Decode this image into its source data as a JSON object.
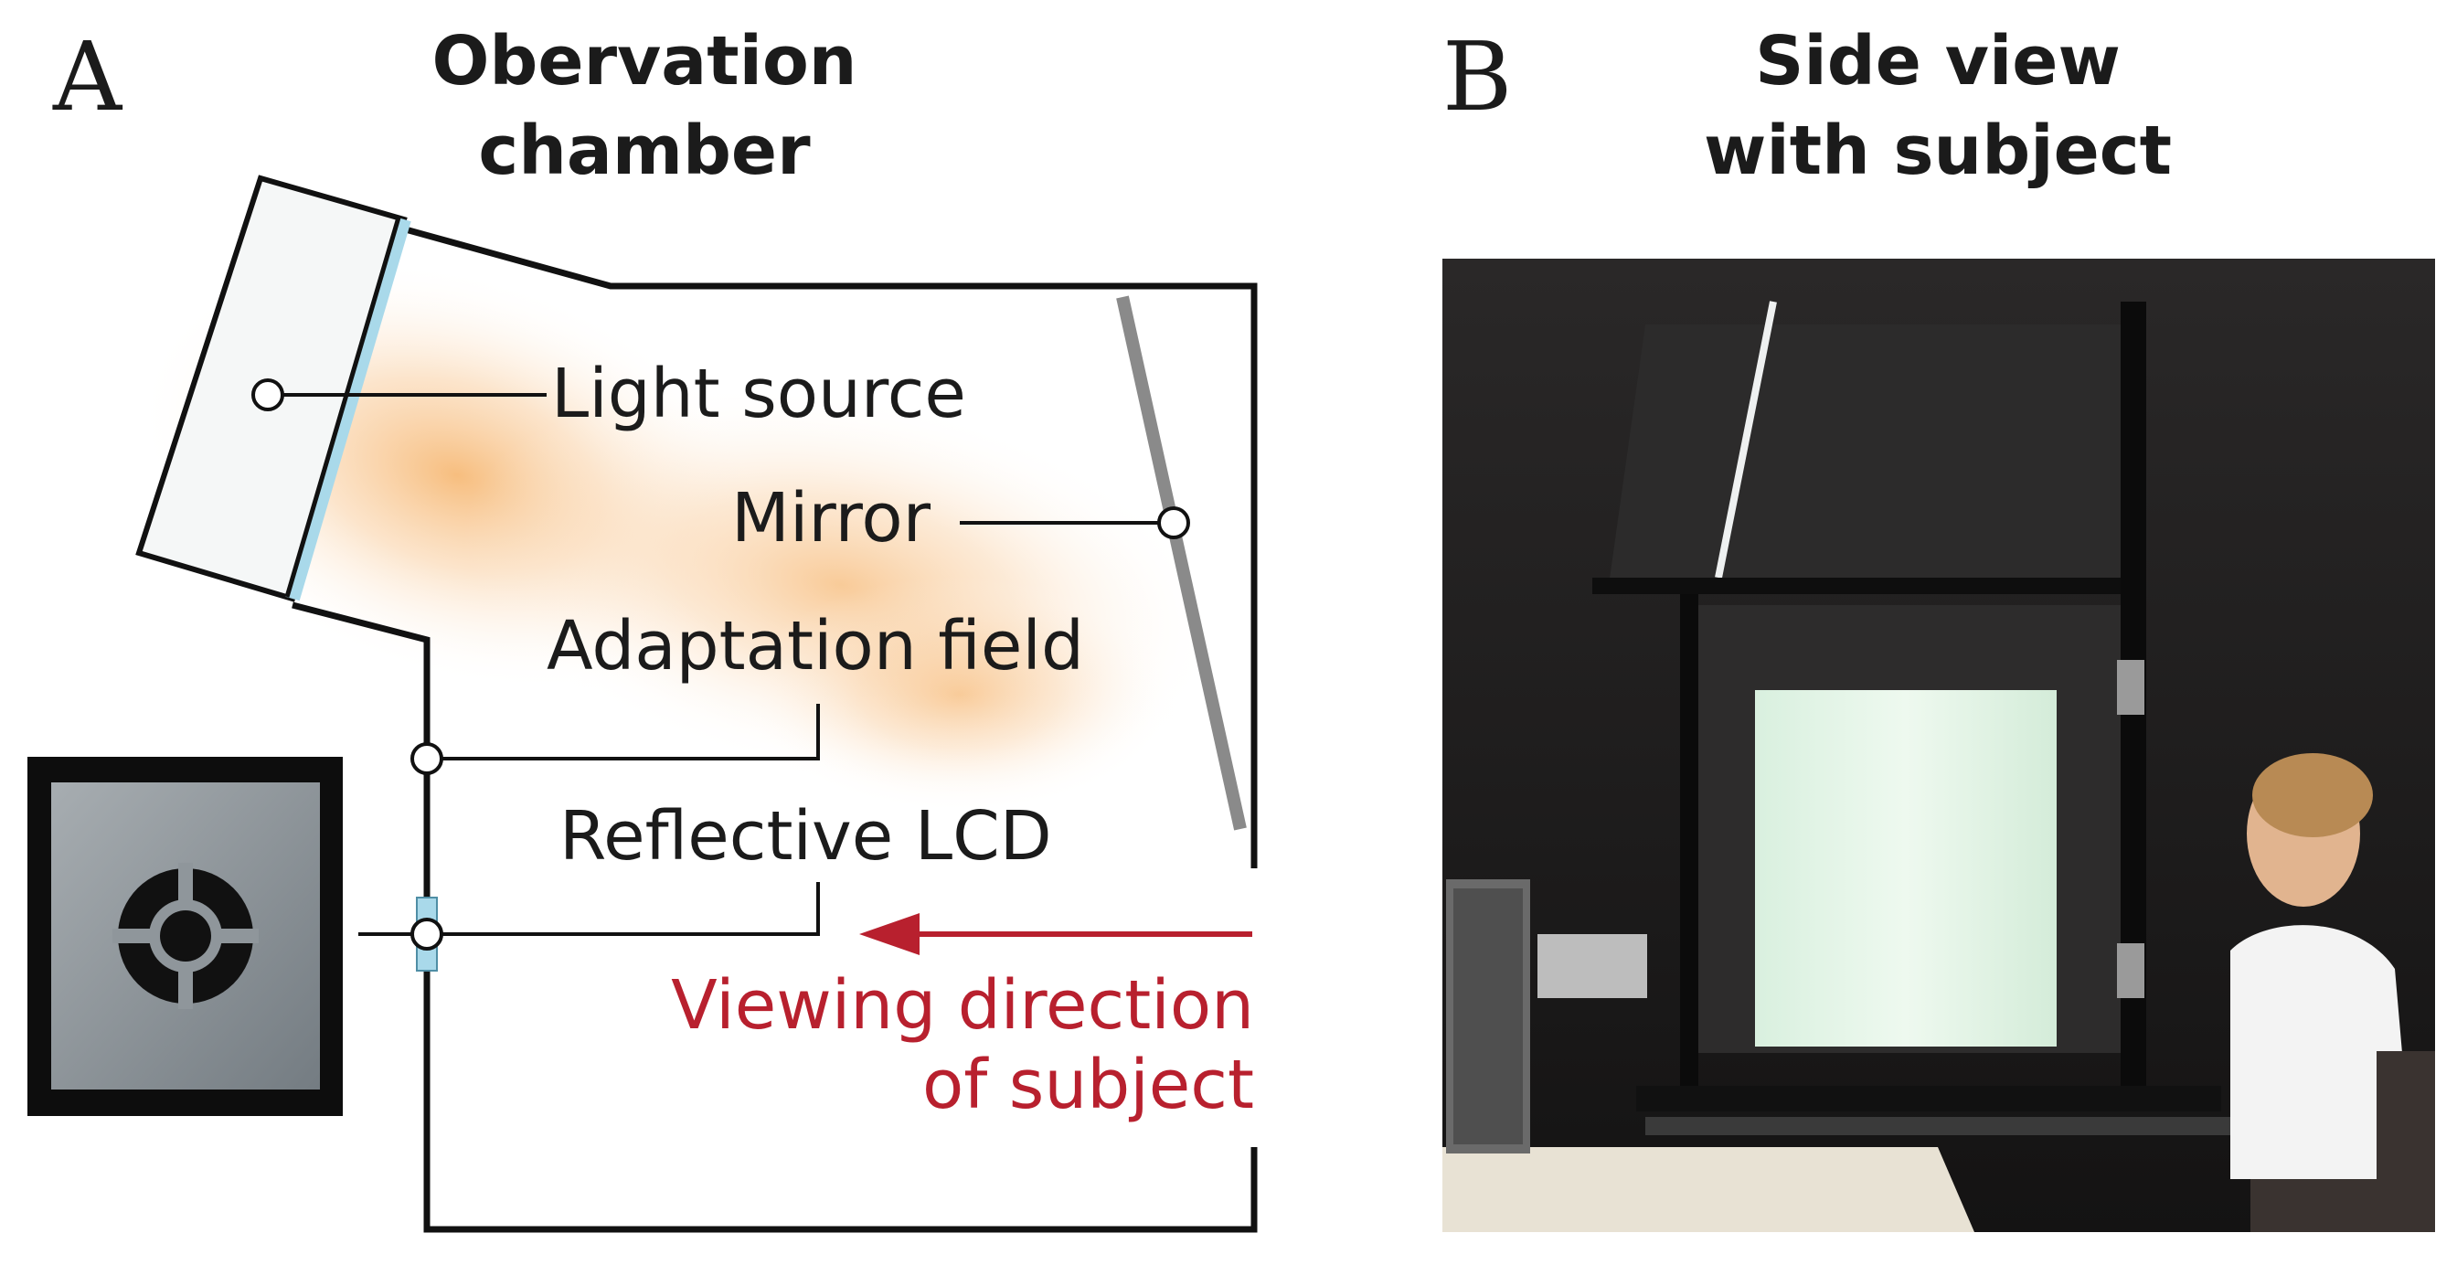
{
  "panel_a": {
    "letter": "A",
    "title_line1": "Obervation",
    "title_line2": "chamber",
    "labels": {
      "light_source": "Light source",
      "mirror": "Mirror",
      "adaptation_field": "Adaptation field",
      "reflective_lcd": "Reflective LCD",
      "viewing_line1": "Viewing direction",
      "viewing_line2": "of subject"
    }
  },
  "panel_b": {
    "letter": "B",
    "title_line1": "Side view",
    "title_line2": "with subject"
  },
  "colors": {
    "outline": "#111111",
    "glow": "#f6b772",
    "diffuser": "#a9d9ea",
    "mirror": "#8a8a8a",
    "arrow": "#b8202e",
    "lcd_frame": "#0d0d0d",
    "lcd_face": "#8f969b"
  },
  "icons": {
    "lcd_target": "circle-target-icon"
  }
}
